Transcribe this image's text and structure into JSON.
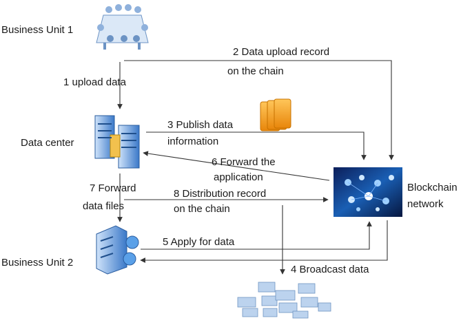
{
  "nodes": {
    "business_unit_1": "Business Unit 1",
    "data_center": "Data center",
    "blockchain_line1": "Blockchain",
    "blockchain_line2": "network",
    "business_unit_2": "Business Unit 2"
  },
  "steps": {
    "step1": "1 upload data",
    "step2_line1": "2 Data upload record",
    "step2_line2": "on the chain",
    "step3_line1": "3 Publish data",
    "step3_line2": "information",
    "step4": "4 Broadcast data",
    "step5": "5 Apply for data",
    "step6_line1": "6 Forward the",
    "step6_line2": "application",
    "step7_line1": "7 Forward",
    "step7_line2": "data files",
    "step8_line1": "8 Distribution record",
    "step8_line2": "on the chain"
  },
  "colors": {
    "line": "#333333",
    "server_blue": "#3a78c8",
    "folder_orange": "#f5a623",
    "network_dark": "#0a2a6a"
  }
}
